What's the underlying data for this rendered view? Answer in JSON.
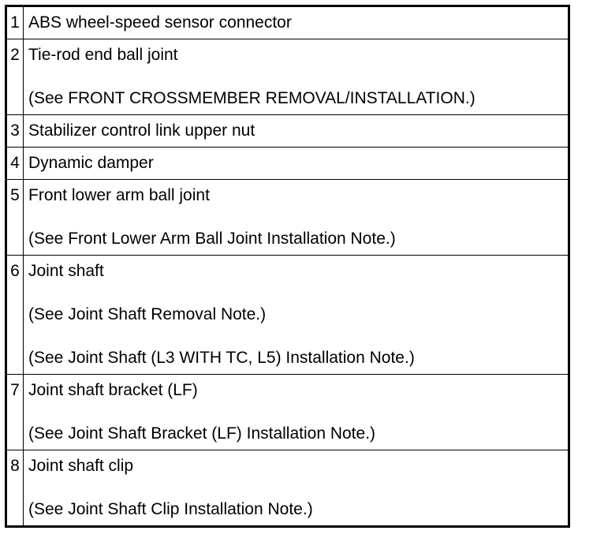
{
  "rows": [
    {
      "number": "1",
      "lines": [
        "ABS wheel-speed sensor connector"
      ]
    },
    {
      "number": "2",
      "lines": [
        "Tie-rod end ball joint",
        "(See FRONT CROSSMEMBER REMOVAL/INSTALLATION.)"
      ]
    },
    {
      "number": "3",
      "lines": [
        "Stabilizer control link upper nut"
      ]
    },
    {
      "number": "4",
      "lines": [
        "Dynamic damper"
      ]
    },
    {
      "number": "5",
      "lines": [
        "Front lower arm ball joint",
        "(See Front Lower Arm Ball Joint Installation Note.)"
      ]
    },
    {
      "number": "6",
      "lines": [
        "Joint shaft",
        "(See Joint Shaft Removal Note.)",
        "(See Joint Shaft (L3 WITH TC, L5) Installation Note.)"
      ]
    },
    {
      "number": "7",
      "lines": [
        "Joint shaft bracket (LF)",
        "(See Joint Shaft Bracket (LF) Installation Note.)"
      ]
    },
    {
      "number": "8",
      "lines": [
        "Joint shaft clip",
        "(See Joint Shaft Clip Installation Note.)"
      ]
    }
  ]
}
